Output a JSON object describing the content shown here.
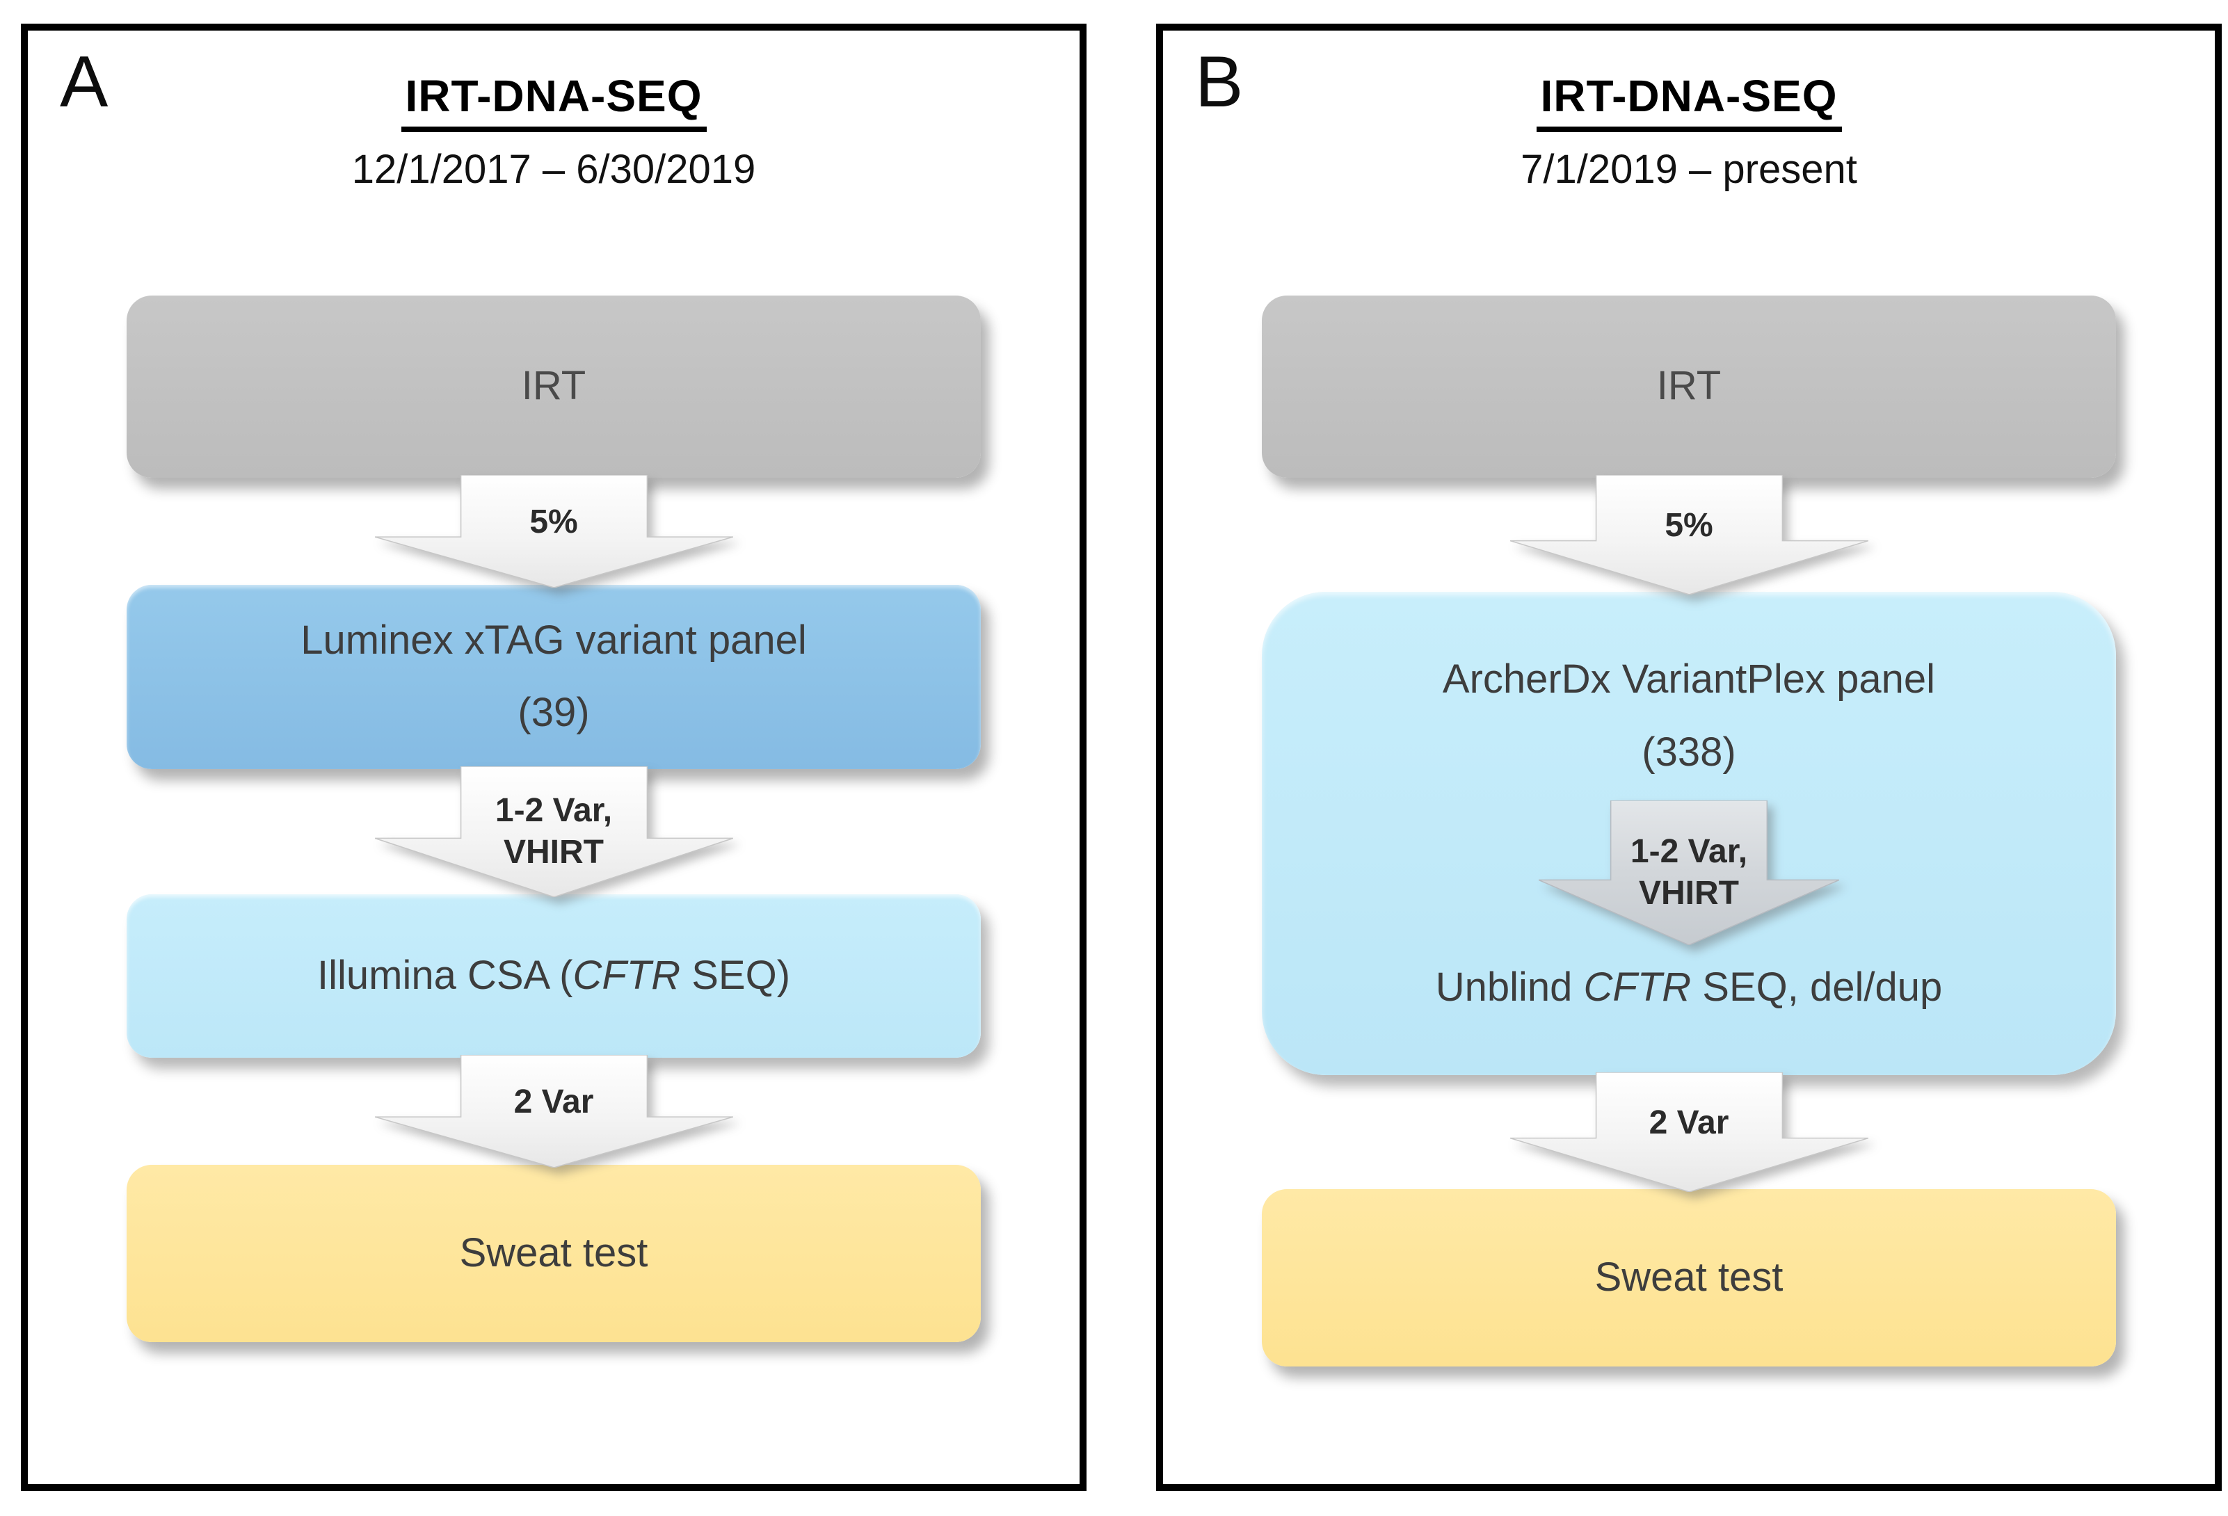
{
  "panels": [
    {
      "label": "A",
      "title": "IRT-DNA-SEQ",
      "date_range": "12/1/2017 – 6/30/2019",
      "irt_label": "IRT",
      "arrow_5pct": "5%",
      "panel_box_line1": "Luminex xTAG variant panel",
      "panel_box_line2": "(39)",
      "arrow_var_line1": "1-2 Var,",
      "arrow_var_line2": "VHIRT",
      "seq_box_prefix": "Illumina CSA (",
      "seq_box_gene": "CFTR",
      "seq_box_suffix": " SEQ)",
      "arrow_2var": "2 Var",
      "sweat_label": "Sweat test"
    },
    {
      "label": "B",
      "title": "IRT-DNA-SEQ",
      "date_range": "7/1/2019 – present",
      "irt_label": "IRT",
      "arrow_5pct": "5%",
      "panel_box_line1": "ArcherDx VariantPlex panel",
      "panel_box_line2": "(338)",
      "arrow_var_line1": "1-2 Var,",
      "arrow_var_line2": "VHIRT",
      "unblind_prefix": "Unblind ",
      "unblind_gene": "CFTR",
      "unblind_suffix": " SEQ, del/dup",
      "arrow_2var": "2 Var",
      "sweat_label": "Sweat test"
    }
  ],
  "colors": {
    "box_gray": "#c1c1c1",
    "box_blue": "#8cc3e8",
    "box_lightblue": "#c0eafa",
    "box_yellow": "#fee596",
    "arrow_fill_light": "#ffffff",
    "arrow_fill_shade": "#e9e9e9",
    "arrow_internal_fill": "#ccd1d6",
    "panel_border": "#000000"
  }
}
